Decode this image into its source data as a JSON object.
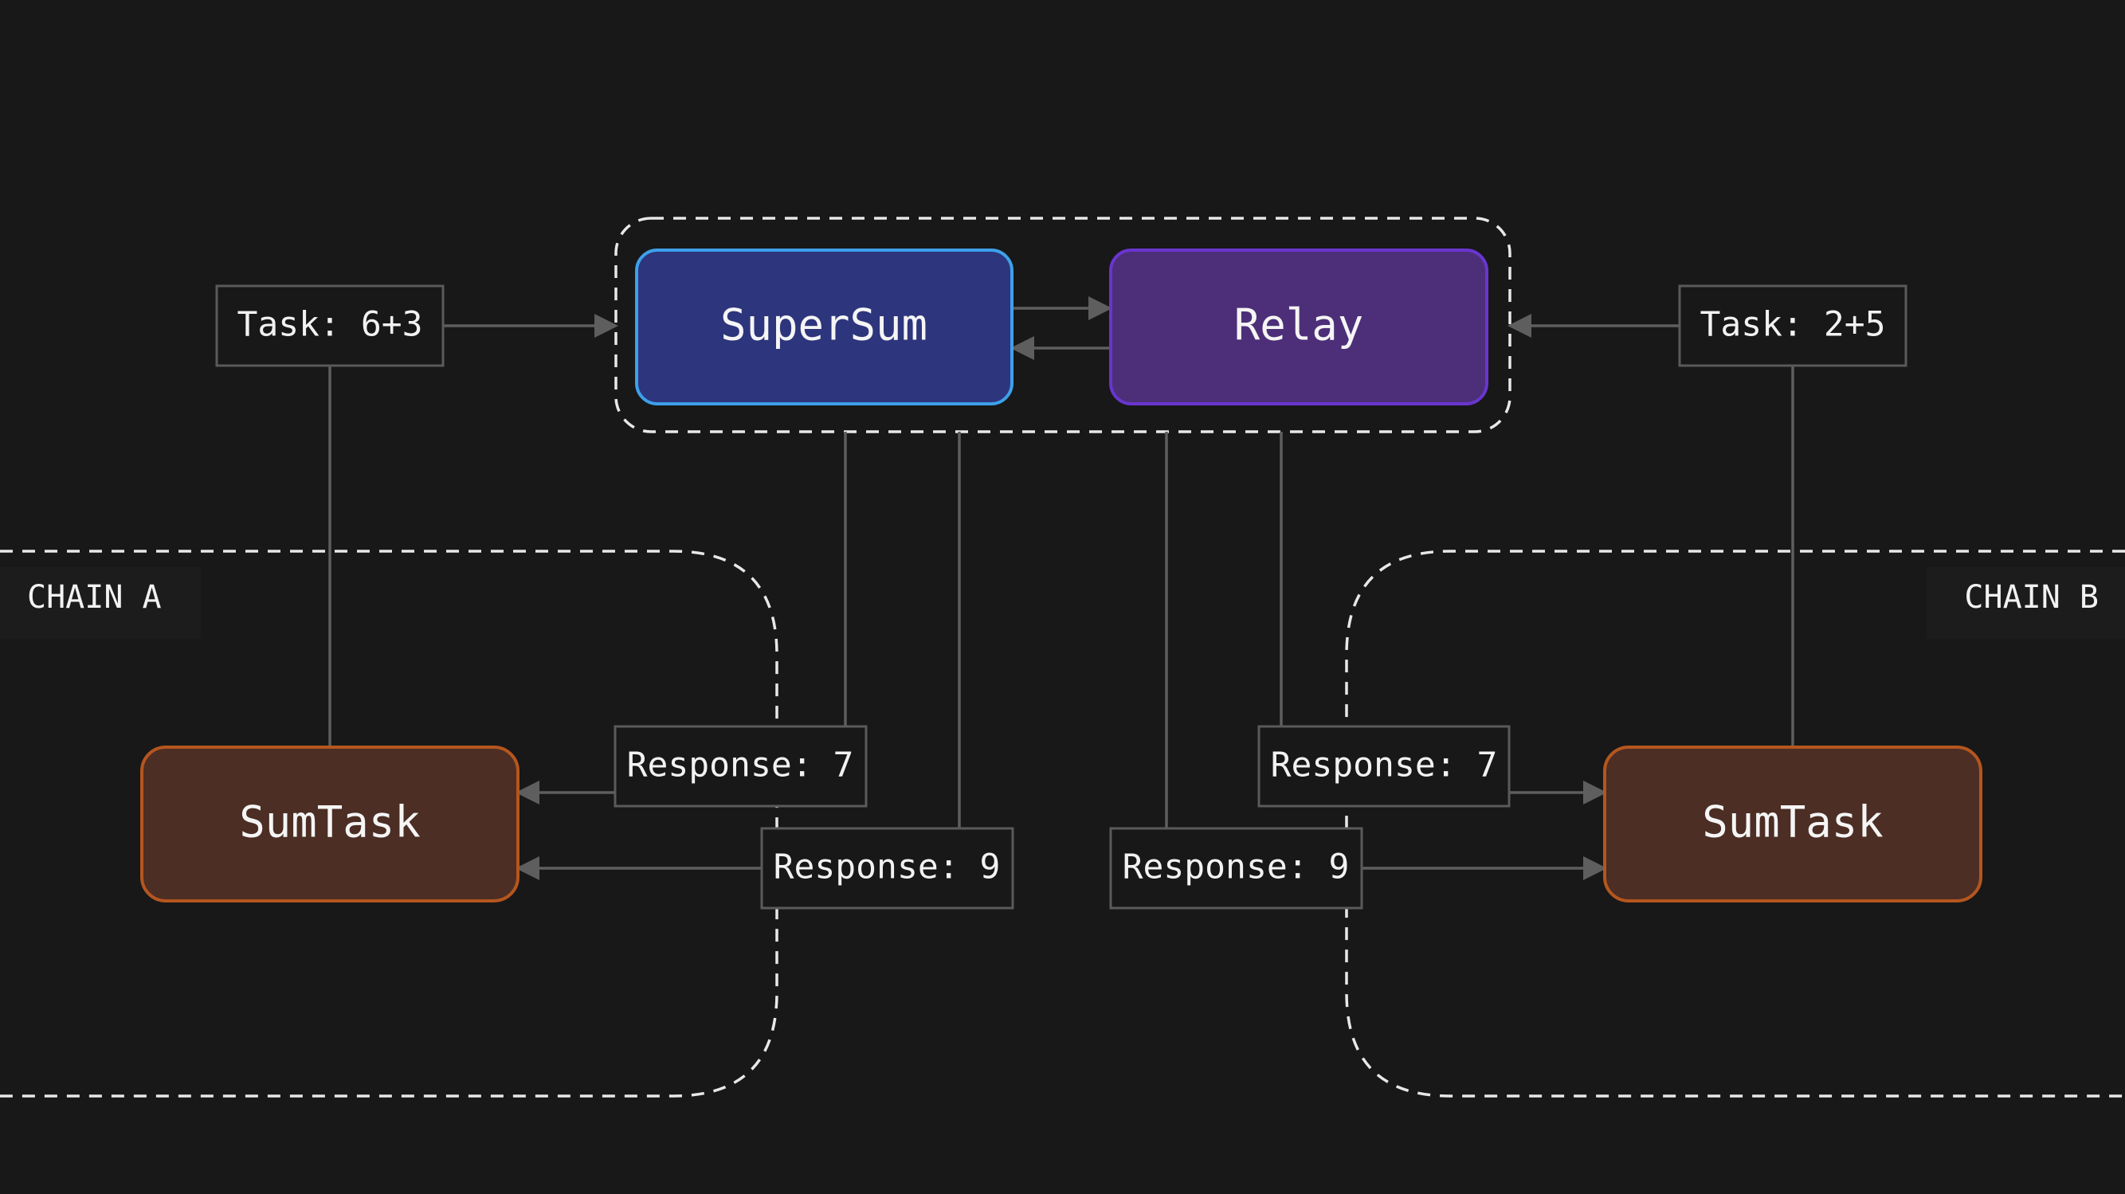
{
  "colors": {
    "background": "#181818",
    "supersum_fill": "#2d357c",
    "supersum_border": "#3ea0ea",
    "relay_fill": "#4c2f78",
    "relay_border": "#6a35cf",
    "sumtask_fill": "#4c2e24",
    "sumtask_border": "#b5561e",
    "connector": "#5e5e5e",
    "dashed_boundary": "#e8e8e8"
  },
  "nodes": {
    "supersum": "SuperSum",
    "relay": "Relay",
    "sumtask_a": "SumTask",
    "sumtask_b": "SumTask"
  },
  "labels": {
    "task_a": "Task: 6+3",
    "task_b": "Task: 2+5",
    "response_a_7": "Response: 7",
    "response_a_9": "Response: 9",
    "response_b_7": "Response: 7",
    "response_b_9": "Response: 9"
  },
  "chains": {
    "a": "CHAIN A",
    "b": "CHAIN B"
  }
}
